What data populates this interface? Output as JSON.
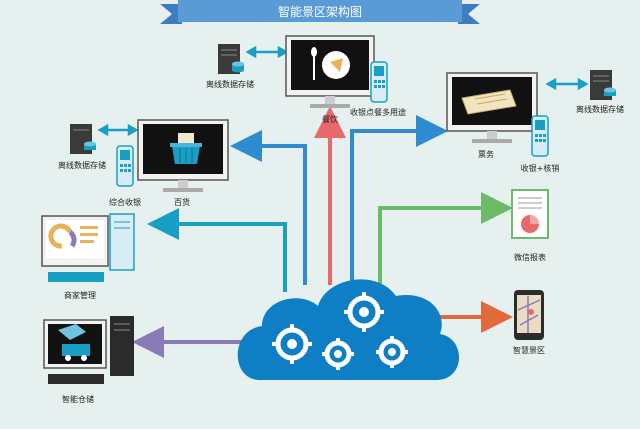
{
  "title": "智能景区架构图",
  "nodes": {
    "catering": {
      "label": "餐饮",
      "screen_icon": "plate-fork-icon"
    },
    "multi_pos": {
      "label": "收银点餐多用途",
      "icon": "pos-terminal-icon"
    },
    "retail": {
      "label": "百货",
      "screen_icon": "shopping-basket-icon"
    },
    "integrated_pos": {
      "label": "综合收银",
      "icon": "pos-terminal-icon"
    },
    "ticketing": {
      "label": "票务",
      "screen_icon": "ticket-icon"
    },
    "ticket_pos": {
      "label": "收银+核销",
      "icon": "pos-terminal-icon"
    },
    "offline_storage": {
      "label": "离线数据存储",
      "icon": "server-database-icon"
    },
    "merchant_mgmt": {
      "label": "商家管理",
      "icon": "desktop-computer-icon"
    },
    "smart_warehouse": {
      "label": "智能仓储",
      "icon": "desktop-computer-icon"
    },
    "wechat_report": {
      "label": "微信报表",
      "icon": "report-document-icon"
    },
    "smart_scenic": {
      "label": "智慧景区",
      "icon": "mobile-map-icon"
    },
    "cloud": {
      "icon": "cloud-gears-icon"
    }
  },
  "colors": {
    "banner": "#5b9bd5",
    "cloud": "#0e7fc4",
    "blue_arrow": "#2e8bd0",
    "red_arrow": "#e8696b",
    "green_arrow": "#6dbb66",
    "orange_arrow": "#e06a3c",
    "purple_arrow": "#8a7ab8",
    "teal_arrow": "#1a9fc4"
  }
}
